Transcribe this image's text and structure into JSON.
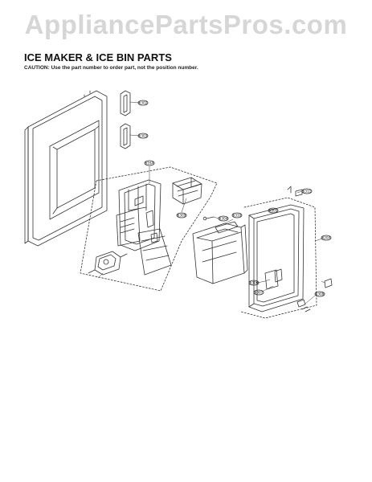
{
  "watermark": "AppliancePartsPros.com",
  "heading": {
    "title": "ICE MAKER & ICE BIN PARTS",
    "caution": "CAUTION: Use the part number to order part, not the position number."
  },
  "callouts": {
    "c1": "6302",
    "c2": "6303",
    "c3": "616A",
    "c4": "6309",
    "c5": "6304",
    "c6": "6310",
    "c7": "6305",
    "c8": "620A",
    "c9": "6306",
    "c10": "6307",
    "c11": "6308",
    "c12": "6311"
  },
  "colors": {
    "line": "#333333",
    "watermark": "#d6d6d6"
  }
}
